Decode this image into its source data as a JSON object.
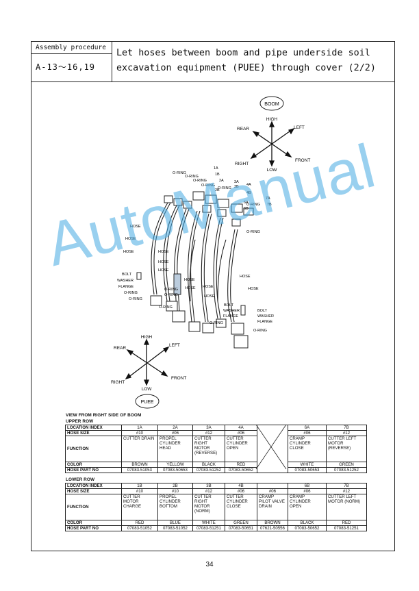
{
  "header": {
    "procedure_label": "Assembly procedure",
    "procedure_code": "A-13〜16,19",
    "title_line1": "Let hoses between boom and pipe underside soil",
    "title_line2": "excavation equipment (PUEE) through cover   (2/2)"
  },
  "diagram": {
    "boom_badge": "BOOM",
    "puee_badge": "PUEE",
    "top_compass": {
      "high": "HIGH",
      "low": "LOW",
      "left": "LEFT",
      "right": "RIGHT",
      "rear": "REAR",
      "front": "FRONT"
    },
    "bottom_compass": {
      "high": "HIGH",
      "low": "LOW",
      "left": "LEFT",
      "right": "RIGHT",
      "rear": "REAR",
      "front": "FRONT"
    },
    "labels": {
      "oring": "O-RING",
      "hose": "HOSE",
      "bolt": "BOLT",
      "washer": "WASHER",
      "flange": "FLANGE",
      "n1a": "1A",
      "n1b": "1B",
      "n2a": "2A",
      "n2b": "2B",
      "n3a": "3A",
      "n3b": "3B",
      "n4a": "4A",
      "n4b": "4B",
      "n6a": "6A",
      "n6b": "6B",
      "n7a": "7A",
      "n7b": "7B"
    }
  },
  "watermark": "AutoManual",
  "upper": {
    "caption": "VIEW FROM RIGHT SIDE OF BOOM",
    "row_title": "UPPER ROW",
    "row_heads": [
      "LOCATION INDEX",
      "HOSE SIZE",
      "FUNCTION",
      "COLOR",
      "HOSE PART NO"
    ],
    "cols": [
      {
        "idx": "1A",
        "size": "#10",
        "f1": "CUTTER DRAIN",
        "f2": "",
        "f3": "",
        "f4": "",
        "color": "BROWN",
        "part": "07083-51053"
      },
      {
        "idx": "2A",
        "size": "#06",
        "f1": "PROPEL",
        "f2": "CYLINDER",
        "f3": "HEAD",
        "f4": "",
        "color": "YELLOW",
        "part": "07083-50653"
      },
      {
        "idx": "3A",
        "size": "#12",
        "f1": "CUTTER",
        "f2": "RIGHT",
        "f3": "MOTOR",
        "f4": "(REVERSE)",
        "color": "BLACK",
        "part": "07083-51252"
      },
      {
        "idx": "4A",
        "size": "#06",
        "f1": "CUTTER",
        "f2": "CYLINDER",
        "f3": "OPEN",
        "f4": "",
        "color": "RED",
        "part": "07083-50652"
      },
      {
        "idx": "",
        "size": "",
        "f1": "",
        "f2": "",
        "f3": "",
        "f4": "",
        "color": "",
        "part": ""
      },
      {
        "idx": "6A",
        "size": "#06",
        "f1": "CRAMP",
        "f2": "CYLINDER",
        "f3": "CLOSE",
        "f4": "",
        "color": "WHITE",
        "part": "07083-50653"
      },
      {
        "idx": "7B",
        "size": "#12",
        "f1": "CUTTER LEFT",
        "f2": "MOTOR",
        "f3": "(REVERSE)",
        "f4": "",
        "color": "GREEN",
        "part": "07083-51252"
      }
    ]
  },
  "lower": {
    "row_title": "LOWER ROW",
    "row_heads": [
      "LOCATION INDEX",
      "HOSE SIZE",
      "FUNCTION",
      "COLOR",
      "HOSE PART NO"
    ],
    "cols": [
      {
        "idx": "1B",
        "size": "#10",
        "f1": "CUTTER",
        "f2": "MOTOR",
        "f3": "CHARGE",
        "f4": "",
        "color": "RED",
        "part": "07083-51052"
      },
      {
        "idx": "2B",
        "size": "#10",
        "f1": "PROPEL",
        "f2": "CYLINDER",
        "f3": "BOTTOM",
        "f4": "",
        "color": "BLUE",
        "part": "07083-51052"
      },
      {
        "idx": "3B",
        "size": "#12",
        "f1": "CUTTER",
        "f2": "RIGHT",
        "f3": "MOTOR",
        "f4": "(NORM)",
        "color": "WHITE",
        "part": "07083-51251"
      },
      {
        "idx": "4B",
        "size": "#06",
        "f1": "CUTTER",
        "f2": "CYLINDER",
        "f3": "CLOSE",
        "f4": "",
        "color": "GREEN",
        "part": "07083-50651"
      },
      {
        "idx": "",
        "size": "#06",
        "f1": "CRAMP",
        "f2": "PILOT VALVE",
        "f3": "DRAIN",
        "f4": "",
        "color": "BROWN",
        "part": "07621-50556"
      },
      {
        "idx": "6B",
        "size": "#06",
        "f1": "CRAMP",
        "f2": "CYLINDER",
        "f3": "OPEN",
        "f4": "",
        "color": "BLACK",
        "part": "07083-50652"
      },
      {
        "idx": "7B",
        "size": "#12",
        "f1": "CUTTER LEFT",
        "f2": "MOTOR (NORM)",
        "f3": "",
        "f4": "",
        "color": "RED",
        "part": "07083-51251"
      }
    ]
  },
  "page_number": "34"
}
